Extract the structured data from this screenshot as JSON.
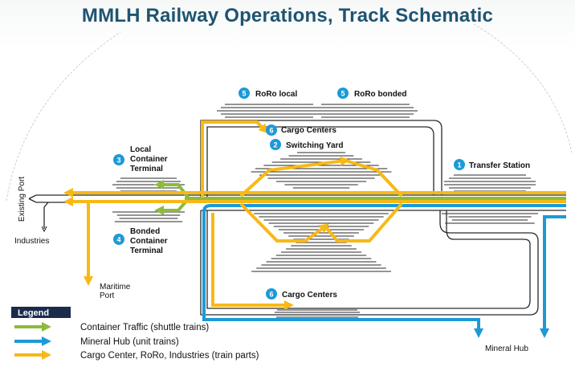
{
  "title": "MMLH Railway Operations, Track Schematic",
  "colors": {
    "container": "#8dbb3a",
    "mineral": "#1d9ad6",
    "cargo": "#f7b916",
    "track": "#2a2a2a",
    "badge": "#1d9ad6",
    "title": "#1e5471"
  },
  "facilities": {
    "transfer_station": {
      "num": "1",
      "label": "Transfer Station"
    },
    "switching_yard": {
      "num": "2",
      "label": "Switching Yard"
    },
    "local_container": {
      "num": "3",
      "line1": "Local",
      "line2": "Container",
      "line3": "Terminal"
    },
    "bonded_container": {
      "num": "4",
      "line1": "Bonded",
      "line2": "Container",
      "line3": "Terminal"
    },
    "roro_local": {
      "num": "5",
      "label": "RoRo local"
    },
    "roro_bonded": {
      "num": "5",
      "label": "RoRo bonded"
    },
    "cargo_top": {
      "num": "6",
      "label": "Cargo Centers"
    },
    "cargo_bottom": {
      "num": "6",
      "label": "Cargo Centers"
    }
  },
  "places": {
    "existing_port": "Existing Port",
    "industries": "Industries",
    "maritime_line1": "Maritime",
    "maritime_line2": "Port",
    "mineral_hub": "Mineral Hub"
  },
  "legend": {
    "title": "Legend",
    "items": [
      {
        "label": "Container Traffic (shuttle trains)",
        "color": "#8dbb3a"
      },
      {
        "label": "Mineral Hub (unit trains)",
        "color": "#1d9ad6"
      },
      {
        "label": "Cargo Center, RoRo, Industries (train parts)",
        "color": "#f7b916"
      }
    ]
  }
}
